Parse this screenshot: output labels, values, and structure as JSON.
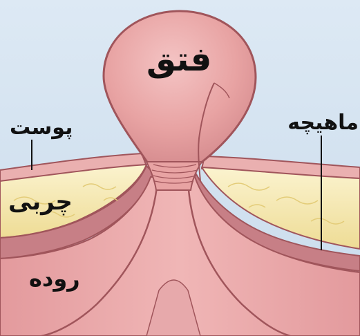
{
  "diagram": {
    "title": "فتق",
    "labels": {
      "skin": "پوست",
      "muscle": "ماهیچه",
      "fat": "چربی",
      "intestine": "روده"
    }
  },
  "colors": {
    "background_blue": "#cfe0ef",
    "tissue_pink": "#e8a3a3",
    "tissue_pink_light": "#f1bcbc",
    "tissue_edge": "#a0555b",
    "fat_yellow": "#f1e3a4",
    "fat_light": "#fbf3cf",
    "muscle_band": "#c77f86",
    "text": "#111111"
  }
}
